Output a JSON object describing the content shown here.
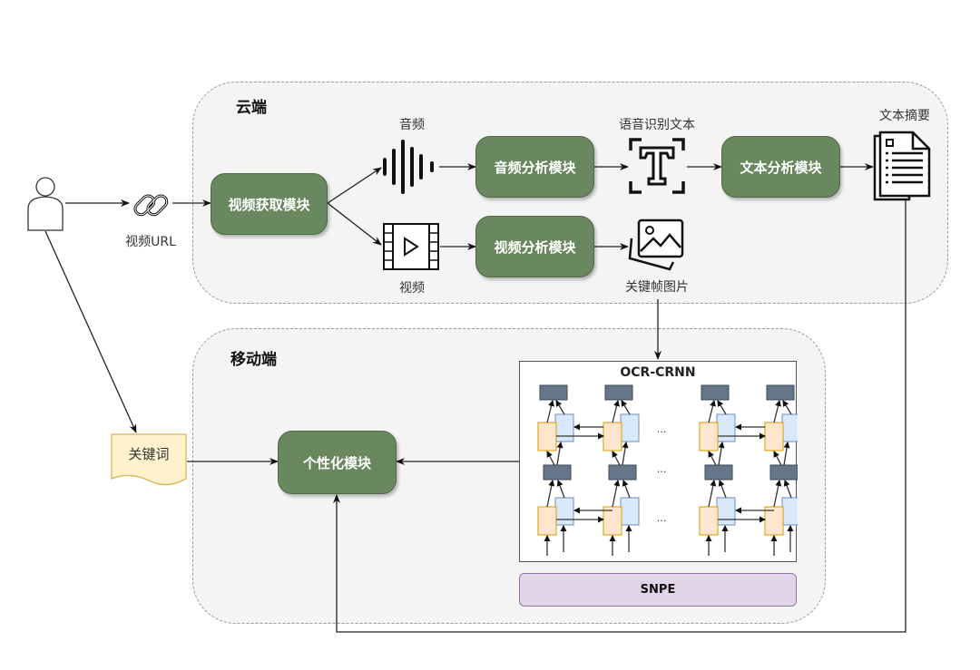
{
  "regions": {
    "cloud": {
      "title": "云端"
    },
    "mobile": {
      "title": "移动端"
    }
  },
  "modules": {
    "video_acquisition": "视频获取模块",
    "audio_analysis": "音频分析模块",
    "video_analysis": "视频分析模块",
    "text_analysis": "文本分析模块",
    "personalization": "个性化模块"
  },
  "labels": {
    "video_url": "视频URL",
    "audio": "音频",
    "video": "视频",
    "speech_text": "语音识别文本",
    "keyframe_images": "关键帧图片",
    "text_summary": "文本摘要",
    "keywords": "关键词"
  },
  "ocr": {
    "title": "OCR-CRNN",
    "ellipsis": "..."
  },
  "snpe": {
    "label": "SNPE"
  },
  "colors": {
    "module_fill": "#6a8860",
    "region_fill": "#f4f4f4",
    "snpe_fill": "#e1d5e7",
    "keyword_fill": "#fff2cc",
    "lstm_fwd": "#ffe6cc",
    "lstm_bwd": "#dae8fc",
    "output_node": "#647687"
  }
}
